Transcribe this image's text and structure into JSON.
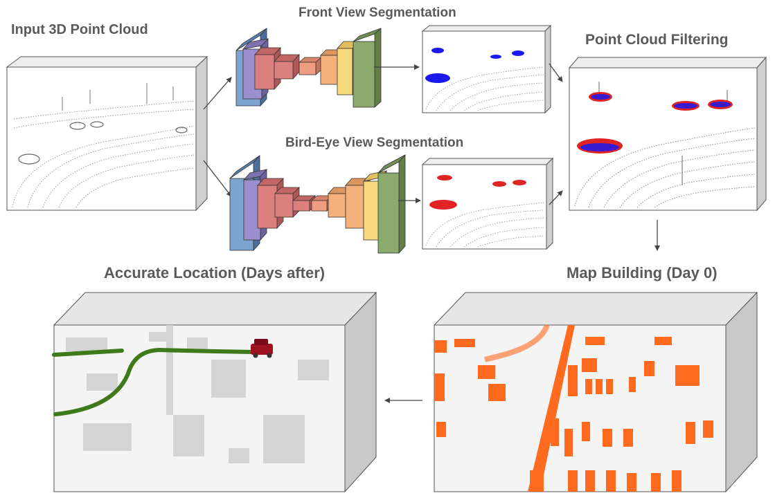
{
  "labels": {
    "input": "Input 3D Point Cloud",
    "front_view": "Front View Segmentation",
    "bird_eye": "Bird-Eye View Segmentation",
    "filtering": "Point Cloud Filtering",
    "localization": "Accurate Location (Days after)",
    "map_building": "Map Building (Day 0)"
  },
  "colors": {
    "label_text": "#5a5a5a",
    "box_side": "#cfcfcf",
    "point_gray": "#8a8a8a",
    "seg_blue": "#1a1aee",
    "seg_red": "#e02424",
    "map_orange": "#ff6a1f",
    "trajectory_green": "#3f7a1a",
    "car_red": "#9e1020",
    "net_blue": "#7fa3cf",
    "net_purple": "#9a8fcc",
    "net_red": "#db7f7f",
    "net_salmon": "#ee9c82",
    "net_orange": "#f4b07a",
    "net_yellow": "#f6d97c",
    "net_green": "#8aaa6e"
  }
}
